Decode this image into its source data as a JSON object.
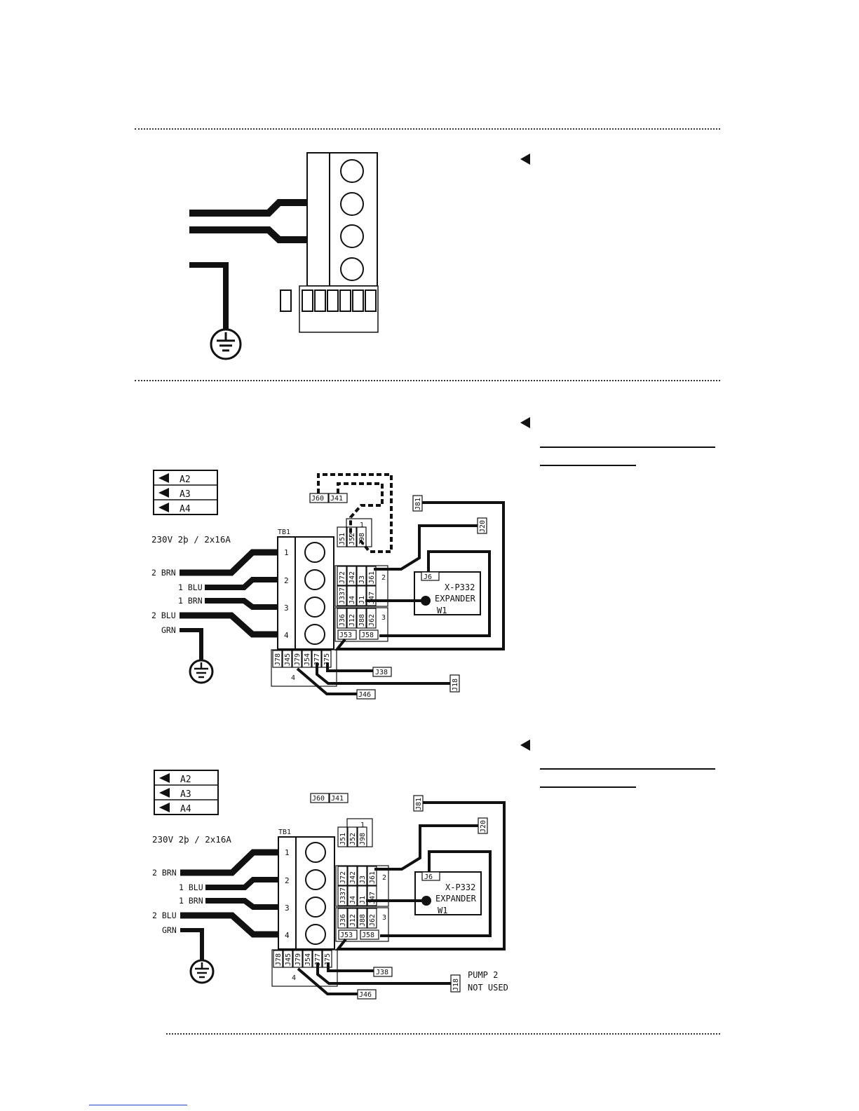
{
  "diagram1": {},
  "diagram2": {
    "legend": [
      "A2",
      "A3",
      "A4"
    ],
    "supply": "230V 2þ / 2x16A",
    "tb_label": "TB1",
    "terminals": [
      "1",
      "2",
      "3",
      "4"
    ],
    "wires": [
      "2 BRN",
      "1 BLU",
      "1 BRN",
      "2 BLU",
      "GRN"
    ],
    "expander": {
      "connector": "J6",
      "line1": "X-P332",
      "line2": "EXPANDER",
      "line3": "W1"
    },
    "group1": {
      "label": "1",
      "connectors": [
        "J51",
        "J52",
        "J98"
      ]
    },
    "group2": {
      "label": "2",
      "row1": [
        "J72",
        "J42",
        "J3",
        "J61"
      ],
      "row2": [
        "J337",
        "J4",
        "J1",
        "J47"
      ]
    },
    "group3": {
      "label": "3",
      "row1": [
        "J36",
        "J12",
        "J88",
        "J62"
      ],
      "row2": [
        "J53",
        "J58"
      ]
    },
    "group4": {
      "label": "4",
      "connectors": [
        "J78",
        "J45",
        "J79",
        "J54",
        "J77",
        "J75"
      ]
    },
    "external": {
      "j60": "J60",
      "j41": "J41",
      "j81": "J81",
      "j20": "J20",
      "j38": "J38",
      "j18": "J18",
      "j46": "J46"
    }
  },
  "diagram3": {
    "legend": [
      "A2",
      "A3",
      "A4"
    ],
    "supply": "230V 2þ / 2x16A",
    "tb_label": "TB1",
    "terminals": [
      "1",
      "2",
      "3",
      "4"
    ],
    "wires": [
      "2 BRN",
      "1 BLU",
      "1 BRN",
      "2 BLU",
      "GRN"
    ],
    "expander": {
      "connector": "J6",
      "line1": "X-P332",
      "line2": "EXPANDER",
      "line3": "W1"
    },
    "group1": {
      "label": "1",
      "connectors": [
        "J51",
        "J52",
        "J98"
      ]
    },
    "group2": {
      "label": "2",
      "row1": [
        "J72",
        "J42",
        "J3",
        "J61"
      ],
      "row2": [
        "J337",
        "J4",
        "J1",
        "J47"
      ]
    },
    "group3": {
      "label": "3",
      "row1": [
        "J36",
        "J12",
        "J88",
        "J62"
      ],
      "row2": [
        "J53",
        "J58"
      ]
    },
    "group4": {
      "label": "4",
      "connectors": [
        "J78",
        "J45",
        "J79",
        "J54",
        "J77",
        "J75"
      ]
    },
    "external": {
      "j60": "J60",
      "j41": "J41",
      "j81": "J81",
      "j20": "J20",
      "j38": "J38",
      "j18": "J18",
      "j46": "J46"
    },
    "note_line1": "PUMP 2",
    "note_line2": "NOT USED"
  }
}
